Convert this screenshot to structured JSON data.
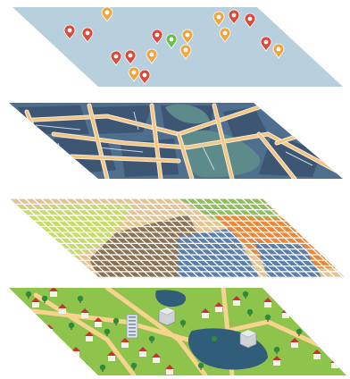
{
  "layers": [
    {
      "key": "poi_markers",
      "kind": "markers",
      "colors": {
        "plane": "#b8cfdd",
        "red": "#d94b3b",
        "orange": "#f0a640",
        "green": "#6bbf4a"
      }
    },
    {
      "key": "street_map",
      "kind": "roads",
      "colors": {
        "base": "#4f6f8e",
        "block": "#3c5674",
        "road": "#f3c680",
        "roadEdge": "#f7eadc",
        "water": "#5d8a8a"
      }
    },
    {
      "key": "terrain_grid",
      "kind": "grid",
      "colors": {
        "tan": "#e3c493",
        "lightGreen": "#c8dc6e",
        "green": "#8fbf5a",
        "brown": "#8b7355",
        "blue": "#5b80ad",
        "orange": "#e9883b",
        "gridLine": "#ffffff"
      }
    },
    {
      "key": "city_3d",
      "kind": "city",
      "colors": {
        "grass": "#8ec44b",
        "road": "#f6d38e",
        "lake": "#2f5d7a",
        "house": "#f4f2ea",
        "roof": "#c8342a",
        "tree": "#2f8a3c",
        "tower": "#dfe4ea"
      }
    }
  ],
  "markers": [
    {
      "color": "orange"
    },
    {
      "color": "red"
    },
    {
      "color": "red"
    },
    {
      "color": "red"
    },
    {
      "color": "green"
    },
    {
      "color": "orange"
    },
    {
      "color": "orange"
    },
    {
      "color": "red"
    },
    {
      "color": "red"
    },
    {
      "color": "orange"
    },
    {
      "color": "orange"
    },
    {
      "color": "orange"
    },
    {
      "color": "orange"
    },
    {
      "color": "red"
    },
    {
      "color": "red"
    },
    {
      "color": "red"
    },
    {
      "color": "red"
    },
    {
      "color": "orange"
    }
  ]
}
